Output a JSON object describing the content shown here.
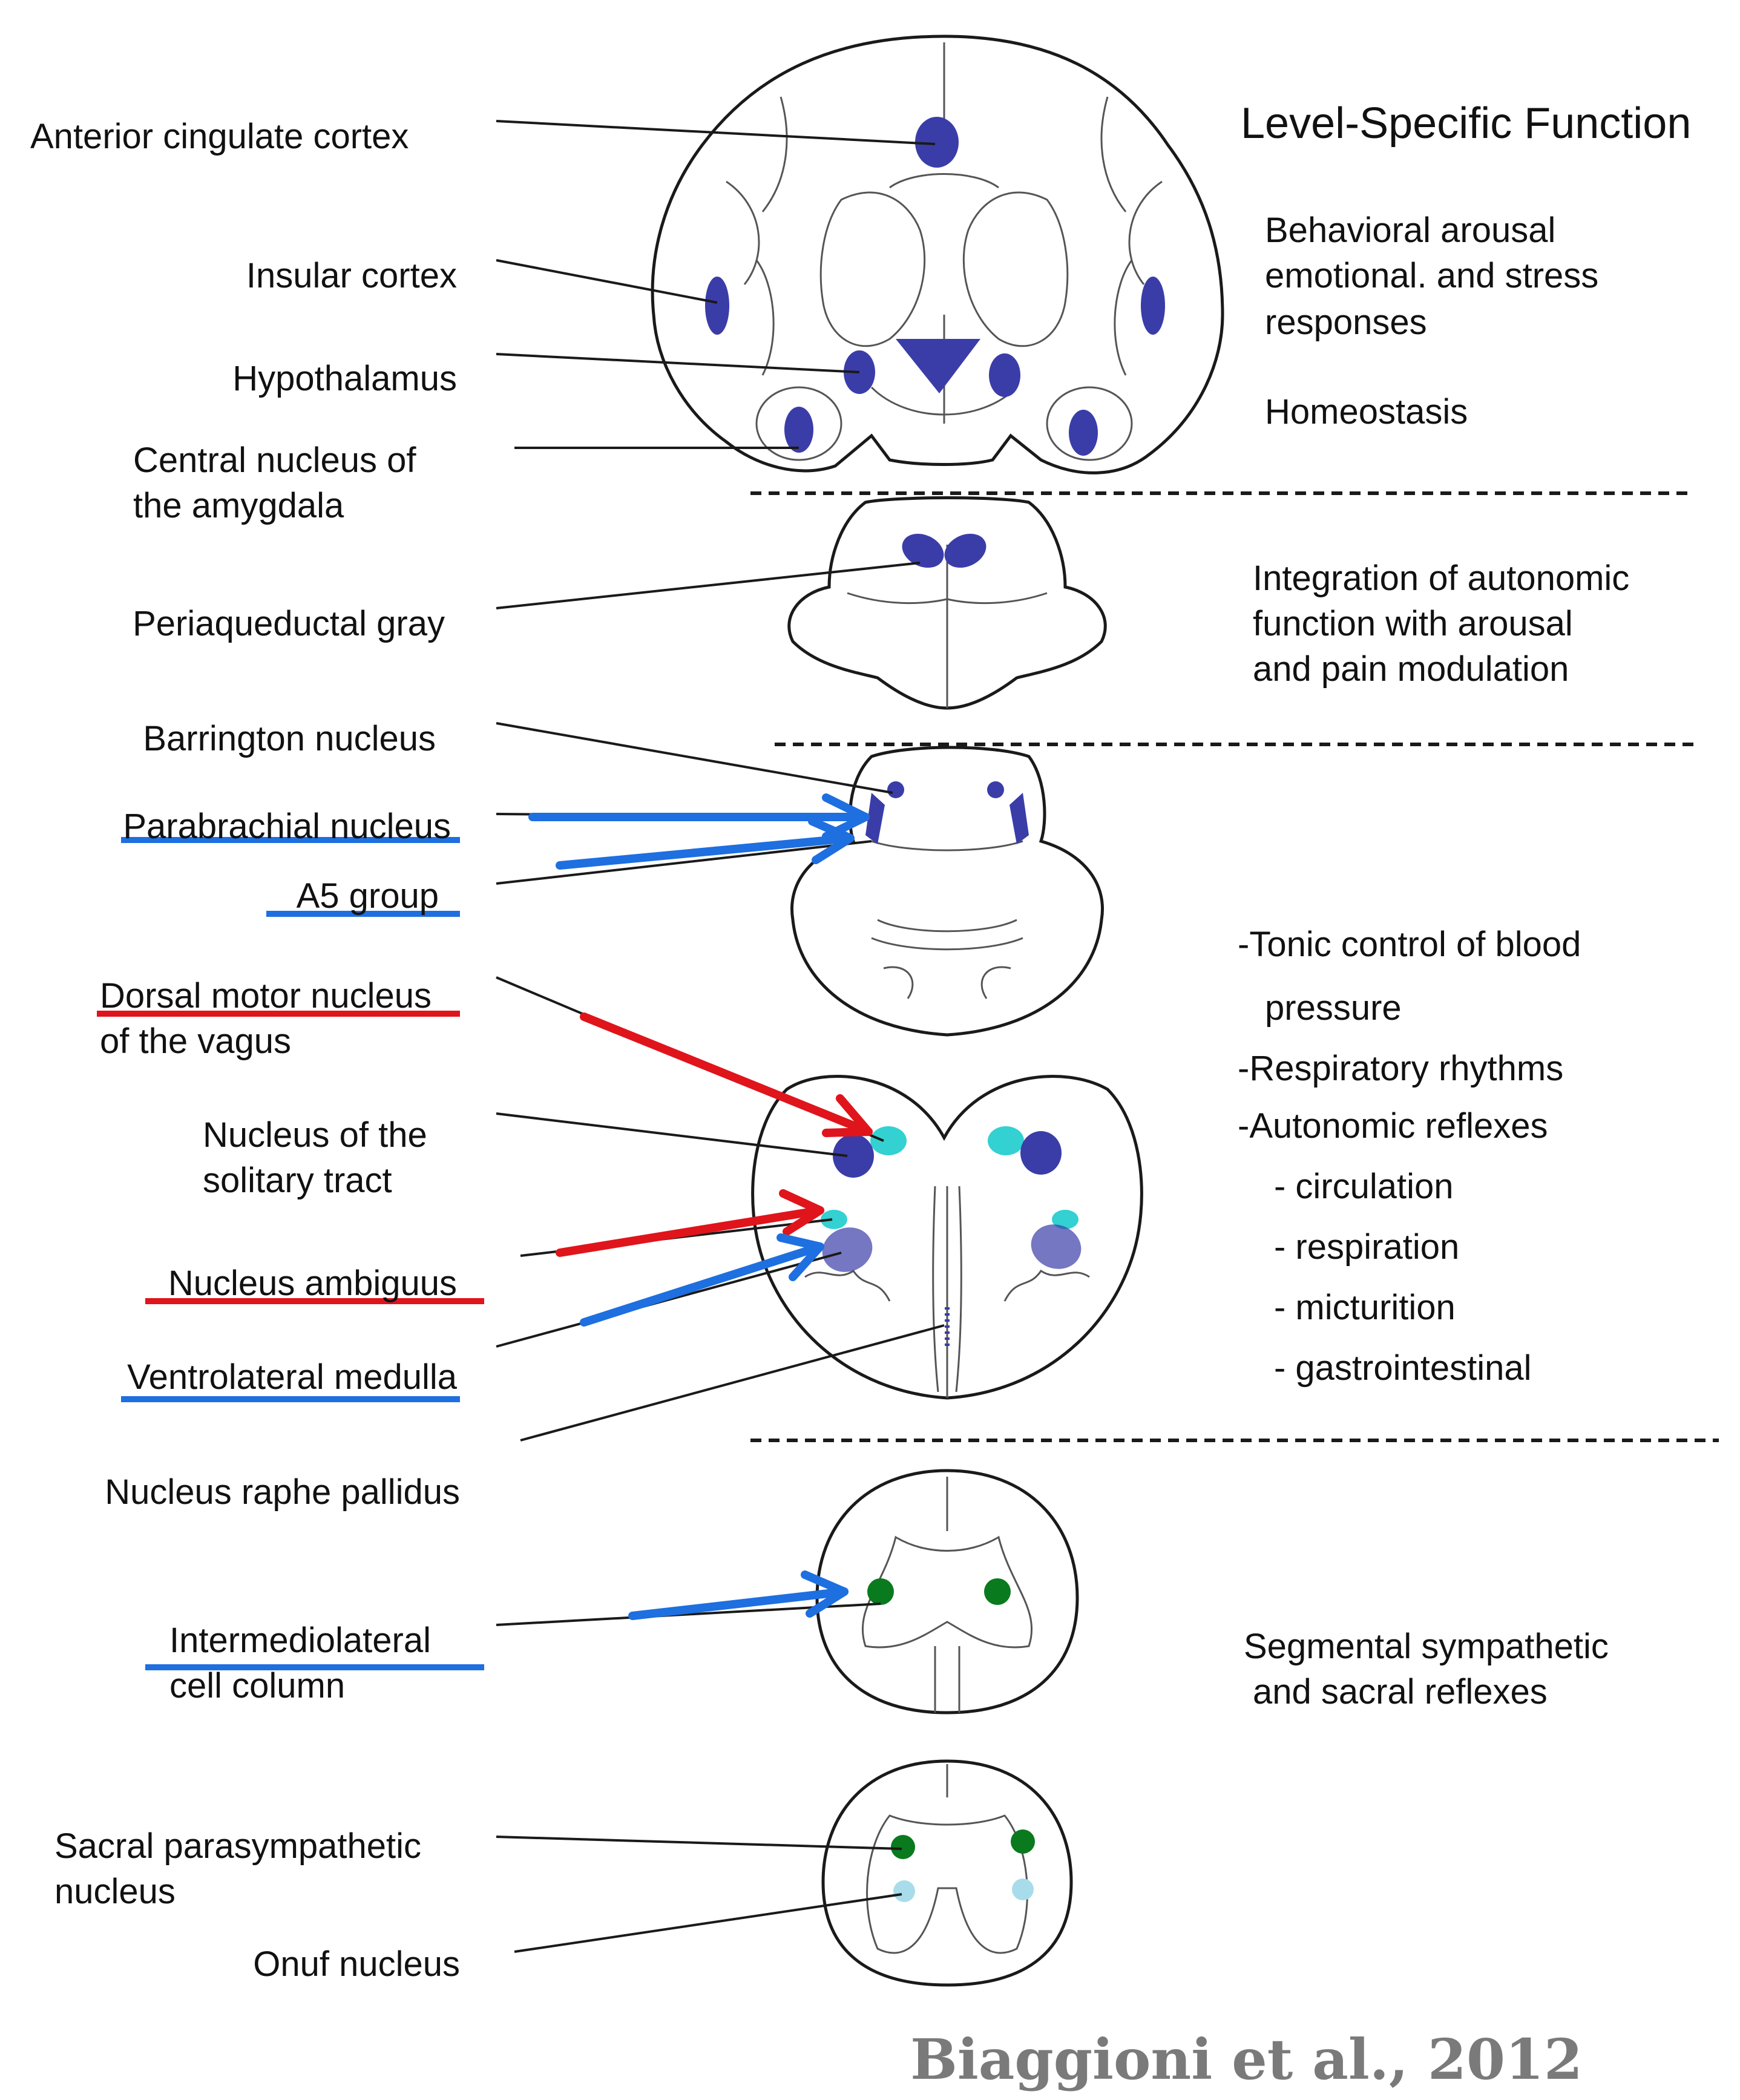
{
  "header": {
    "title": "Level-Specific Function"
  },
  "labels": {
    "acc": "Anterior  cingulate cortex",
    "insula": "Insular cortex",
    "hypo": "Hypothalamus",
    "amyg1": "Central nucleus of",
    "amyg2": "the amygdala",
    "pag": "Periaqueductal gray",
    "barrington": "Barrington nucleus",
    "parabrachial": "Parabrachial nucleus",
    "a5": "A5 group",
    "dmv1": "Dorsal motor nucleus",
    "dmv2": "of the vagus",
    "nts1": "Nucleus of the",
    "nts2": "solitary tract",
    "amb": "Nucleus ambiguus",
    "vlm": "Ventrolateral medulla",
    "raphe": "Nucleus raphe pallidus",
    "iml1": "Intermediolateral",
    "iml2": "cell column",
    "sacral1": "Sacral parasympathetic",
    "sacral2": "nucleus",
    "onuf": "Onuf nucleus"
  },
  "functions": {
    "f1": "Behavioral arousal",
    "f2": "emotional. and stress",
    "f3": "responses",
    "f4": "Homeostasis",
    "f5": "Integration of autonomic",
    "f6": "function  with arousal",
    "f7": "and pain modulation",
    "f8": "-Tonic control of blood",
    "f9": "pressure",
    "f10": "-Respiratory rhythms",
    "f11": "-Autonomic reflexes",
    "f12": "- circulation",
    "f13": "- respiration",
    "f14": "- micturition",
    "f15": "- gastrointestinal",
    "f16": "Segmental sympathetic",
    "f17": "and sacral reflexes"
  },
  "citation": "Biaggioni et al., 2012",
  "colors": {
    "nucleus_dark_blue": "#3a3da8",
    "nucleus_cyan": "#33d1d1",
    "nucleus_green": "#0a7a1e",
    "nucleus_light_blue": "#a9dcea",
    "arrow_blue": "#1e6fe0",
    "arrow_red": "#e0141b",
    "underline_blue": "#1e6fe0",
    "underline_red": "#e0141b"
  }
}
